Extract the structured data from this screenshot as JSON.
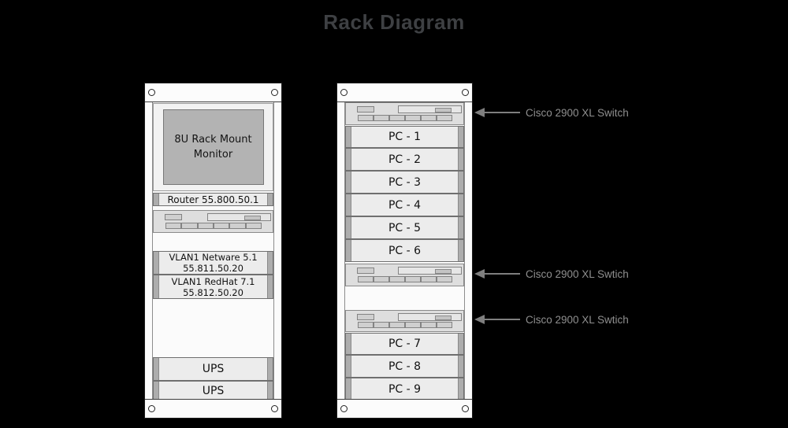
{
  "title": "Rack Diagram",
  "left_rack": {
    "monitor_label": "8U Rack Mount Monitor",
    "router_label": "Router 55.800.50.1",
    "vlan_units": [
      {
        "line1": "VLAN1 Netware 5.1",
        "line2": "55.811.50.20"
      },
      {
        "line1": "VLAN1 RedHat 7.1",
        "line2": "55.812.50.20"
      }
    ],
    "ups_units": [
      "UPS",
      "UPS"
    ]
  },
  "right_rack": {
    "pcs": [
      "PC - 1",
      "PC - 2",
      "PC - 3",
      "PC - 4",
      "PC - 5",
      "PC - 6",
      "PC - 7",
      "PC - 8",
      "PC - 9"
    ]
  },
  "annotations": [
    {
      "label": "Cisco 2900 XL Switch"
    },
    {
      "label": "Cisco 2900 XL Swtich"
    },
    {
      "label": "Cisco 2900 XL Swtich"
    }
  ],
  "colors": {
    "background": "#000000",
    "title_text": "#3e4043",
    "annotation_text": "#8f8f8f",
    "arrow": "#7f7f7f",
    "rack_fill": "#fbfbfb",
    "unit_fill": "#ececec",
    "switch_fill": "#dedede",
    "monitor_screen_fill": "#b3b3b3"
  }
}
